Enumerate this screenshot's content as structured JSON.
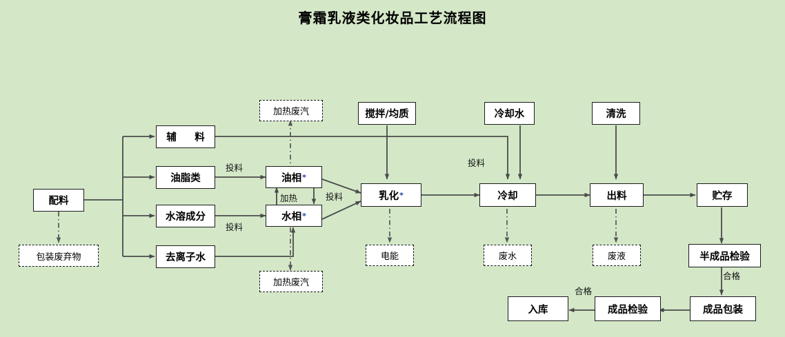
{
  "title": "膏霜乳液类化妆品工艺流程图",
  "colors": {
    "background": "#d4e8c8",
    "node_fill": "#ffffff",
    "stroke": "#1a1a1a",
    "edge": "#4a4a4a",
    "star": "#1f3f9f"
  },
  "nodes": {
    "peiliao": "配料",
    "baozhuang_feiqiwu": "包装废弃物",
    "fuliao": "辅　料",
    "youzhilei": "油脂类",
    "shuirong_chengfen": "水溶成分",
    "qulizishui": "去离子水",
    "jiare_feiqi_top": "加热废汽",
    "jiare_feiqi_bottom": "加热废汽",
    "youxiang": "油相",
    "shuixiang": "水相",
    "jiaoban_junzhi": "搅拌/均质",
    "ruhua": "乳化",
    "dianneng": "电能",
    "lengquanshui": "冷却水",
    "lengque": "冷却",
    "feishui": "废水",
    "qingxi": "清洗",
    "chuliao": "出料",
    "feiye": "废液",
    "zhucun": "贮存",
    "banchengpin_jianyan": "半成品检验",
    "chengpin_baozhuang": "成品包装",
    "chengpin_jianyan": "成品检验",
    "ruku": "入库"
  },
  "star_marker": "*",
  "edge_labels": {
    "touliao_youzhi": "投料",
    "touliao_shuirong": "投料",
    "touliao_ruhua": "投料",
    "touliao_lengque": "投料",
    "jiare": "加热",
    "hege_banchengpin": "合格",
    "hege_chengpin": "合格"
  }
}
